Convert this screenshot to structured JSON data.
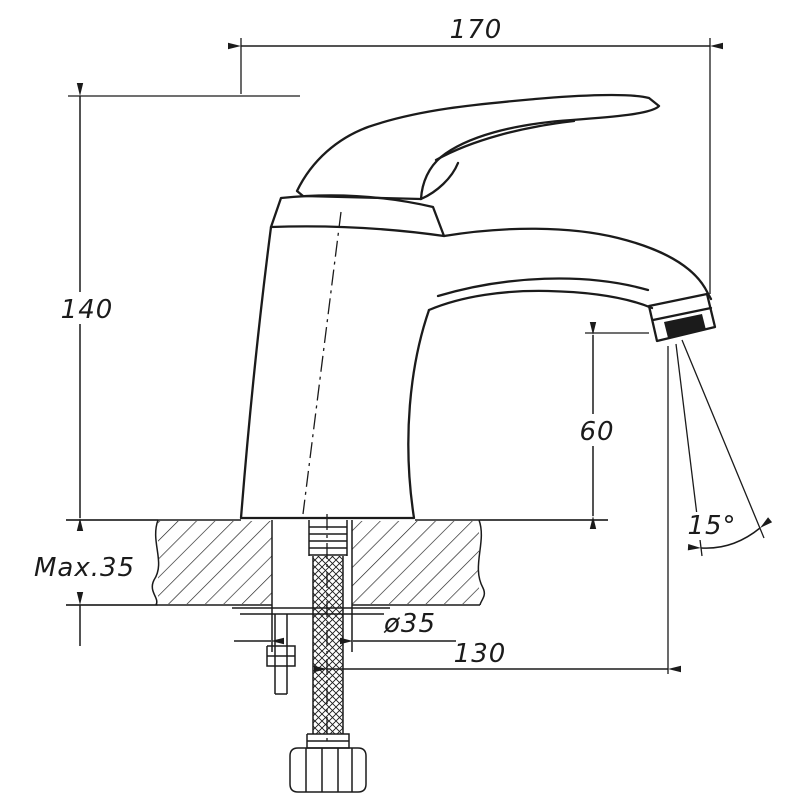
{
  "drawing": {
    "type": "technical-dimension-drawing",
    "subject": "single-lever basin faucet, side elevation with installation dimensions",
    "background_color": "#ffffff",
    "line_color": "#1b1b1b",
    "dims": {
      "overall_width": "170",
      "overall_height": "140",
      "spout_outlet_height": "60",
      "max_counter_thickness": "Max.35",
      "mounting_hole_diameter": "ø35",
      "spout_reach": "130",
      "outlet_angle": "15°"
    }
  }
}
